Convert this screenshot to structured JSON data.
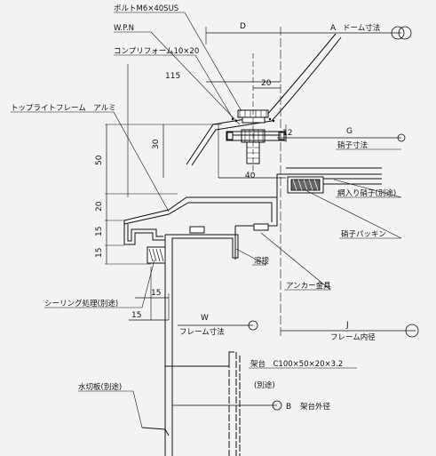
{
  "labels": {
    "bolt": "ボルトM6×40SUS",
    "wpn": "W.P.N",
    "compriform": "コンプリフォーム10×20",
    "toplight_frame": "トップライトフレーム　アルミ",
    "sealing": "シーリング処理(別途)",
    "mizukiri": "水切板(別途)",
    "glass_size": "硝子寸法",
    "wired_glass": "網入り硝子(別途)",
    "glass_packing": "硝子パッキン",
    "welding": "溶接",
    "anchor": "アンカー金具",
    "frame_size": "フレーム寸法",
    "frame_inner": "フレーム内径",
    "base_spec": "架台　C100×50×20×3.2",
    "base_note": "(別途)",
    "base_outer": "架台外径",
    "dome_size": "ドーム寸法"
  },
  "dims": {
    "D": "D",
    "A": "A",
    "G": "G",
    "J": "J",
    "B": "B",
    "W": "W",
    "d115": "115",
    "d20_top": "20",
    "d12": "12",
    "d30": "30",
    "d40": "40",
    "d50": "50",
    "d20_left": "20",
    "d15_a": "15",
    "d15_b": "15",
    "d15_c": "15",
    "d15_d": "15"
  }
}
